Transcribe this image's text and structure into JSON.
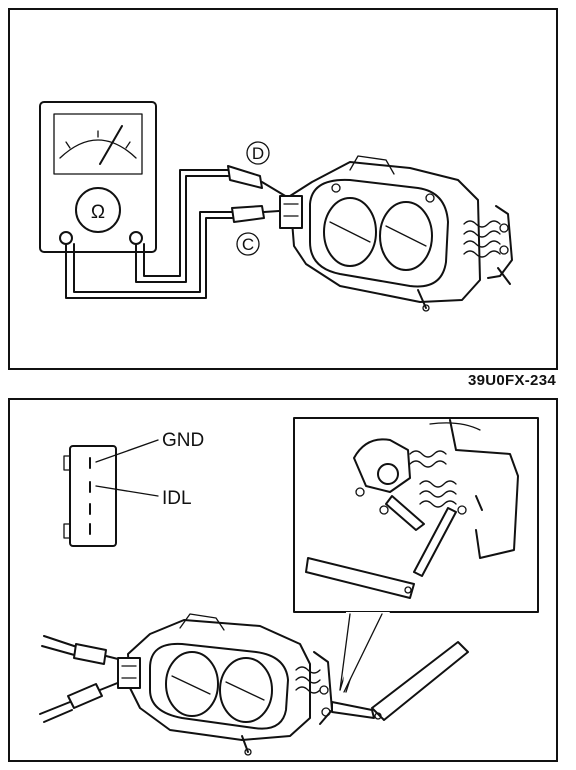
{
  "figure_code": "39U0FX-234",
  "top_panel": {
    "meter_symbol": "Ω",
    "probe_labels": {
      "upper": "D",
      "lower": "C"
    }
  },
  "bottom_panel": {
    "connector_labels": {
      "gnd": "GND",
      "idl": "IDL"
    }
  }
}
